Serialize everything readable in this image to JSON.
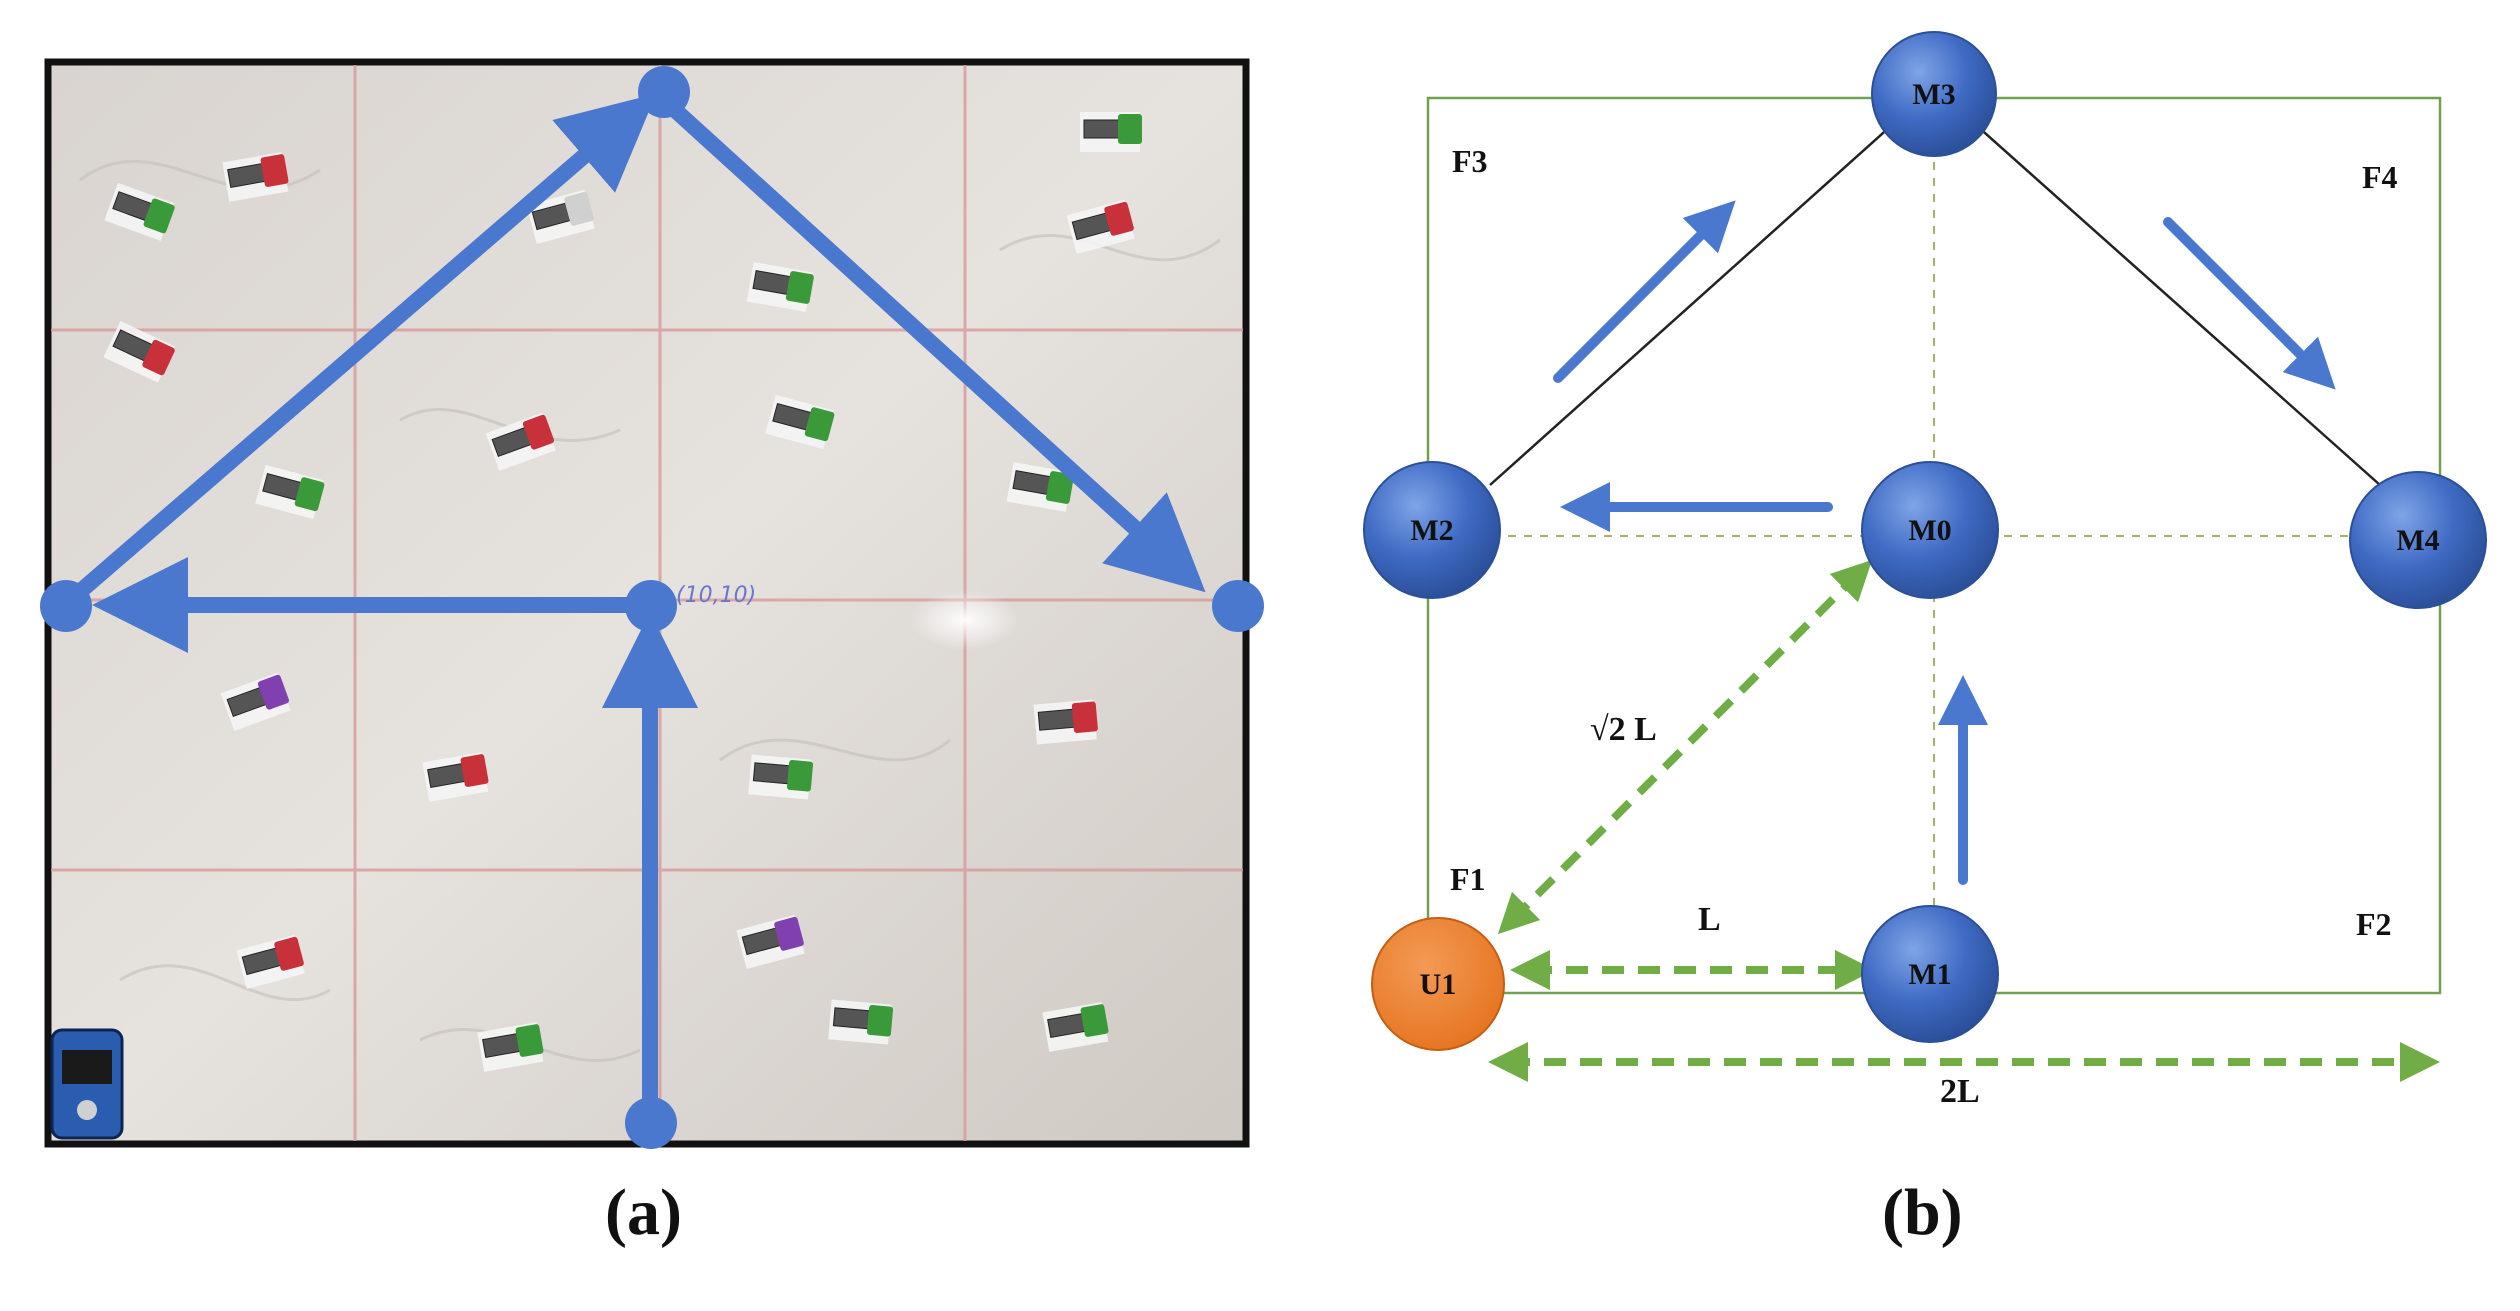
{
  "panel_a": {
    "caption": "(a)",
    "floor_mark": "(10,10)"
  },
  "panel_b": {
    "caption": "(b)",
    "nodes": {
      "m0": "M0",
      "m1": "M1",
      "m2": "M2",
      "m3": "M3",
      "m4": "M4",
      "u1": "U1"
    },
    "fields": {
      "f1": "F1",
      "f2": "F2",
      "f3": "F3",
      "f4": "F4"
    },
    "distances": {
      "l": "L",
      "sqrt2l": "√2 L",
      "two_l": "2L"
    }
  },
  "colors": {
    "node_blue": "#3f6bc4",
    "uav_orange": "#ed7d31",
    "path_blue": "#4a78cf",
    "dashed_green": "#70ad47",
    "field_border": "#70a050"
  }
}
